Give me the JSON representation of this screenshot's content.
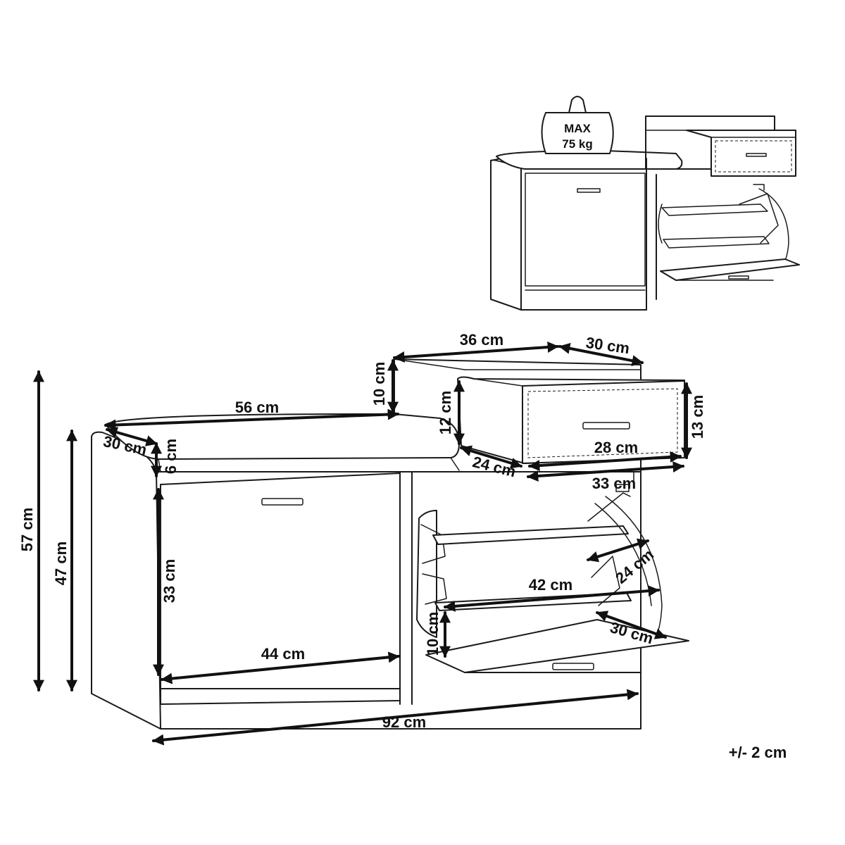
{
  "weight_badge": {
    "line1": "MAX",
    "line2": "75 kg",
    "icon": "weight-icon"
  },
  "tolerance": "+/- 2 cm",
  "dimensions": {
    "total_height": "57 cm",
    "body_height": "47 cm",
    "seat_width": "56 cm",
    "seat_depth": "30 cm",
    "seat_thickness": "6 cm",
    "top_box_width": "36 cm",
    "top_box_depth": "30 cm",
    "top_box_height": "10 cm",
    "drawer_front_height": "12 cm",
    "drawer_right_height": "13 cm",
    "drawer_inner_width": "28 cm",
    "drawer_depth": "24 cm",
    "drawer_outer_width": "33 cm",
    "left_door_height": "33 cm",
    "left_compartment_width": "44 cm",
    "tray_width": "42 cm",
    "tray_depth": "24 cm",
    "flap_height": "10 cm",
    "flap_depth": "30 cm",
    "total_width": "92 cm"
  }
}
